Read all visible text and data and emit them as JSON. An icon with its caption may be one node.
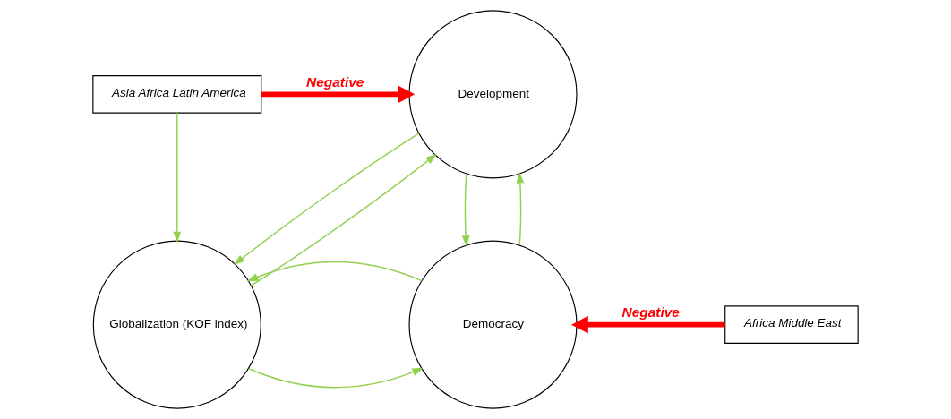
{
  "diagram": {
    "nodes": [
      {
        "text": [
          "Asia Africa Latin America"
        ]
      },
      {
        "text": [
          "Development"
        ]
      },
      {
        "text": [
          "Globalization (KOF index)"
        ]
      },
      {
        "text": [
          "Democracy"
        ]
      },
      {
        "text": [
          "Africa Middle East"
        ]
      }
    ],
    "edges": [
      {
        "from": 0,
        "to": 1,
        "arrow": "to",
        "label": "Negative",
        "style": "thick",
        "color": "#ff0000"
      },
      {
        "from": 0,
        "to": 2,
        "arrow": "to"
      },
      {
        "from": 2,
        "to": 1,
        "arrow": "to"
      },
      {
        "from": 1,
        "to": 2,
        "arrow": "to"
      },
      {
        "from": 1,
        "to": 3,
        "arrow": "to"
      },
      {
        "from": 3,
        "to": 1,
        "arrow": "to"
      },
      {
        "from": 2,
        "to": 3,
        "arrow": "to"
      },
      {
        "from": 3,
        "to": 2,
        "arrow": "to"
      },
      {
        "from": 4,
        "to": 3,
        "arrow": "to",
        "label": "Negative",
        "style": "thick",
        "color": "#ff0000"
      }
    ]
  }
}
